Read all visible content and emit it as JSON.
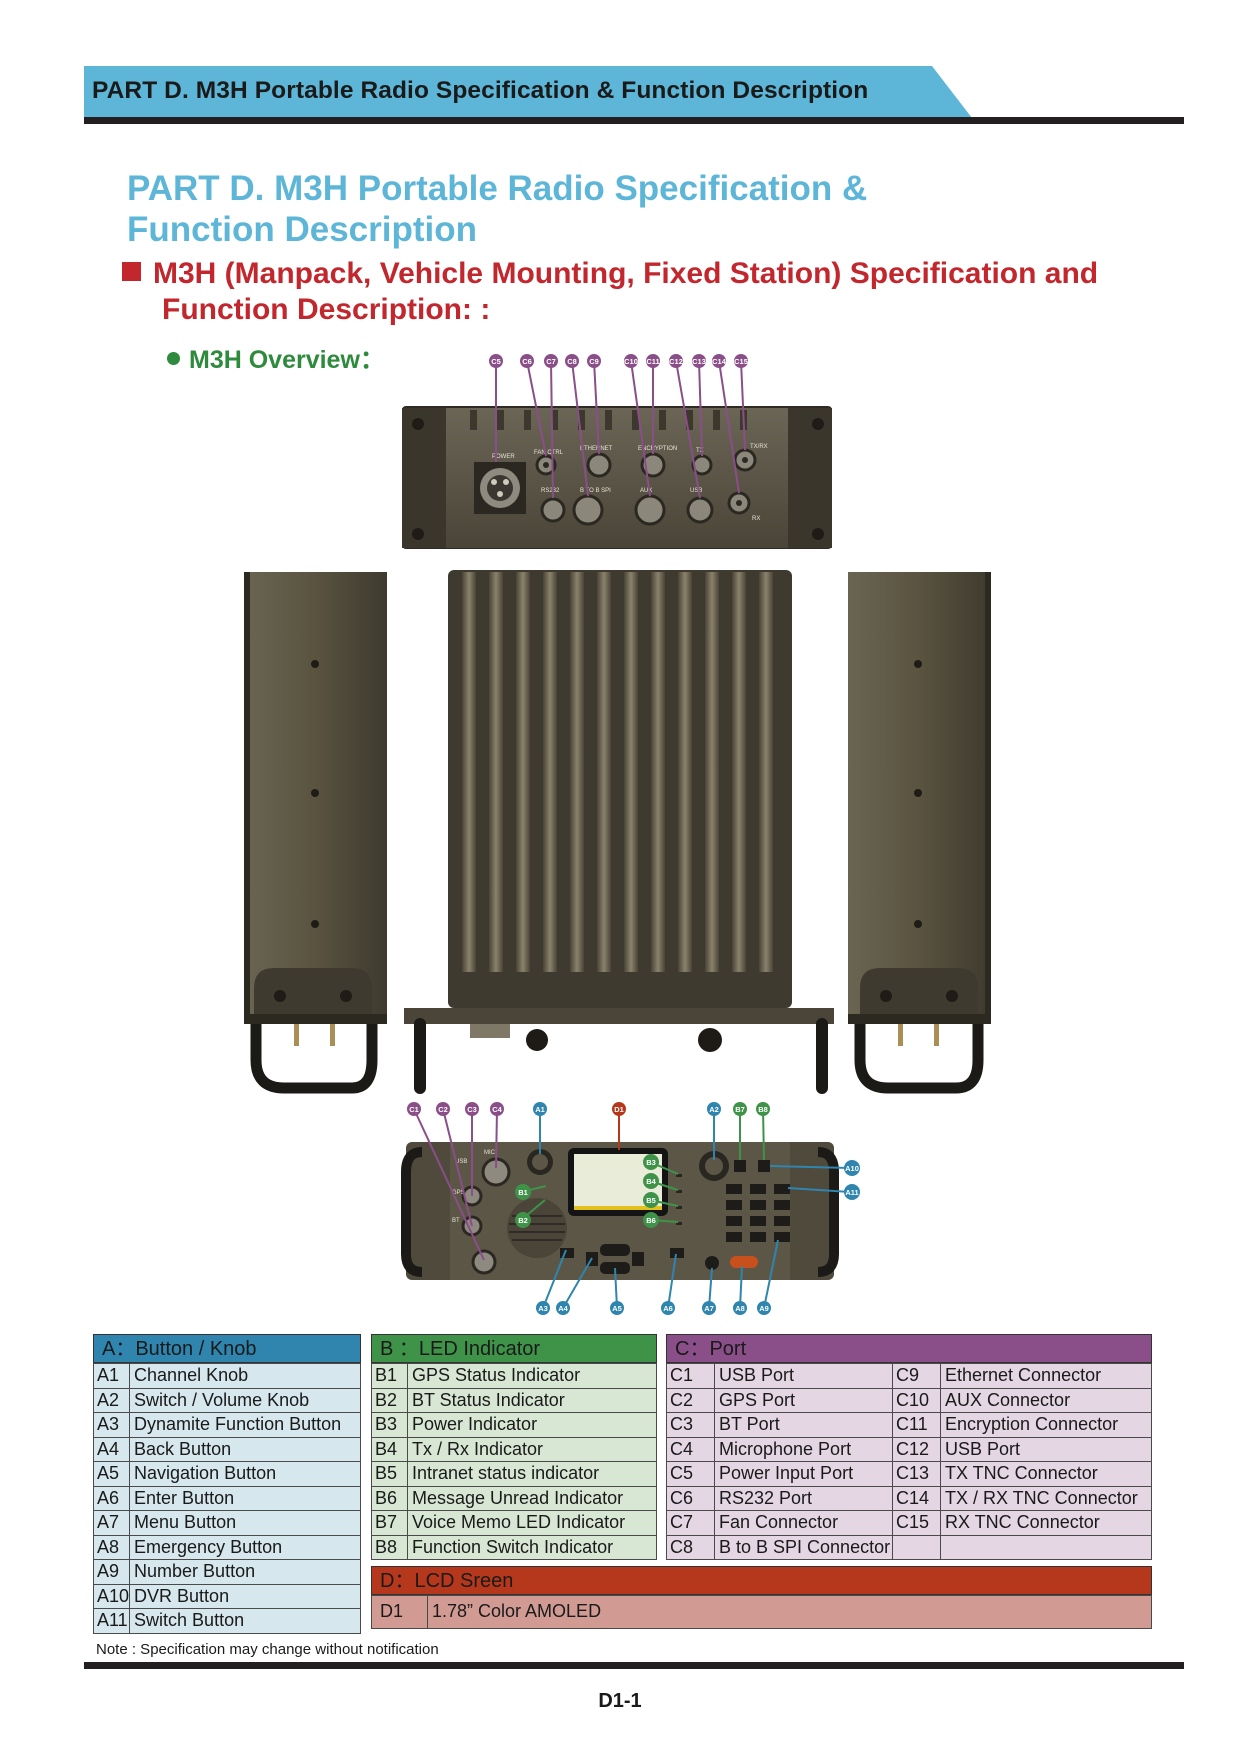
{
  "header": {
    "band_text": "PART D. M3H Portable Radio Specification & Function Description",
    "band_color": "#5db6d8"
  },
  "title": {
    "line1": "PART D. M3H Portable Radio Specification &",
    "line2": "Function Description",
    "sub_line1": "M3H (Manpack, Vehicle Mounting, Fixed Station) Specification and",
    "sub_line2": "Function Description: :",
    "overview": "M3H Overview："
  },
  "callouts": {
    "top": [
      "C5",
      "C6",
      "C7",
      "C8",
      "C9",
      "C10",
      "C11",
      "C12",
      "C13",
      "C14",
      "C15"
    ],
    "front_top": [
      "C1",
      "C2",
      "C3",
      "C4",
      "A1",
      "D1",
      "A2",
      "B7",
      "B8"
    ],
    "front_right": [
      "A10",
      "A11"
    ],
    "front_left": [
      "B1",
      "B2"
    ],
    "front_screen": [
      "B3",
      "B4",
      "B5",
      "B6"
    ],
    "front_bottom": [
      "A3",
      "A4",
      "A5",
      "A6",
      "A7",
      "A8",
      "A9"
    ]
  },
  "panel_labels": {
    "power": "POWER",
    "fan": "FAN CTRL",
    "ethernet": "ETHERNET",
    "rs232": "RS232",
    "aux": "AUX",
    "tx": "TX",
    "rx": "RX",
    "bspi": "B TO B SPI",
    "encrypt": "ENCRYPTION",
    "txrx": "TX/RX",
    "usb": "USB",
    "front_usb": "USB",
    "front_gps": "GPS",
    "front_bt": "BT",
    "front_mic": "MIC"
  },
  "tables": {
    "A": {
      "header": "A：Button / Knob",
      "rows": [
        [
          "A1",
          "Channel Knob"
        ],
        [
          "A2",
          "Switch / Volume Knob"
        ],
        [
          "A3",
          "Dynamite Function Button"
        ],
        [
          "A4",
          "Back Button"
        ],
        [
          "A5",
          "Navigation Button"
        ],
        [
          "A6",
          "Enter Button"
        ],
        [
          "A7",
          "Menu Button"
        ],
        [
          "A8",
          "Emergency Button"
        ],
        [
          "A9",
          "Number Button"
        ],
        [
          "A10",
          "DVR Button"
        ],
        [
          "A11",
          "Switch Button"
        ]
      ]
    },
    "B": {
      "header": "B ：LED Indicator",
      "rows": [
        [
          "B1",
          "GPS Status Indicator"
        ],
        [
          "B2",
          "BT Status Indicator"
        ],
        [
          "B3",
          "Power Indicator"
        ],
        [
          "B4",
          "Tx / Rx Indicator"
        ],
        [
          "B5",
          "Intranet status indicator"
        ],
        [
          "B6",
          "Message Unread Indicator"
        ],
        [
          "B7",
          "Voice Memo LED Indicator"
        ],
        [
          "B8",
          "Function Switch Indicator"
        ]
      ]
    },
    "C": {
      "header": "C：Port",
      "rows": [
        [
          "C1",
          "USB Port",
          "C9",
          "Ethernet Connector"
        ],
        [
          "C2",
          "GPS Port",
          "C10",
          "AUX Connector"
        ],
        [
          "C3",
          "BT Port",
          "C11",
          "Encryption Connector"
        ],
        [
          "C4",
          "Microphone Port",
          "C12",
          "USB Port"
        ],
        [
          "C5",
          "Power Input Port",
          "C13",
          "TX TNC Connector"
        ],
        [
          "C6",
          "RS232 Port",
          "C14",
          "TX / RX TNC Connector"
        ],
        [
          "C7",
          "Fan Connector",
          "C15",
          "RX TNC Connector"
        ],
        [
          "C8",
          "B to B SPI Connector",
          "",
          ""
        ]
      ]
    },
    "D": {
      "header": "D：LCD Sreen",
      "rows": [
        [
          "D1",
          "1.78”  Color AMOLED"
        ]
      ]
    }
  },
  "note": "Note : Specification may change without notification",
  "page_number": "D1-1",
  "colors": {
    "title_blue": "#5db6d8",
    "title_red": "#c1272d",
    "overview_green": "#2e8a3c",
    "callout_purple": "#8a4e89",
    "callout_blue": "#2f85ae",
    "callout_green": "#3f9349",
    "callout_red": "#b6381c",
    "device_olive": "#5a5446"
  }
}
